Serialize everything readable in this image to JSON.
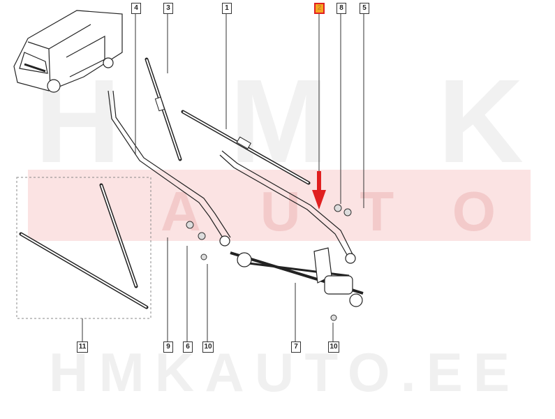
{
  "watermark": {
    "top_text": "HMK",
    "band_text": "AUTO",
    "bottom_text": "HMKAUTO.EE"
  },
  "callouts": {
    "top": [
      {
        "label": "4",
        "highlighted": false
      },
      {
        "label": "3",
        "highlighted": false
      },
      {
        "label": "1",
        "highlighted": false
      },
      {
        "label": "2",
        "highlighted": true
      },
      {
        "label": "8",
        "highlighted": false
      },
      {
        "label": "5",
        "highlighted": false
      }
    ],
    "bottom": [
      {
        "label": "11"
      },
      {
        "label": "9"
      },
      {
        "label": "6"
      },
      {
        "label": "10"
      },
      {
        "label": "7"
      },
      {
        "label": "10"
      }
    ]
  },
  "colors": {
    "highlight_fill": "#f5a623",
    "highlight_border": "#e02020",
    "arrow": "#e02020",
    "band": "#fbe3e3"
  }
}
